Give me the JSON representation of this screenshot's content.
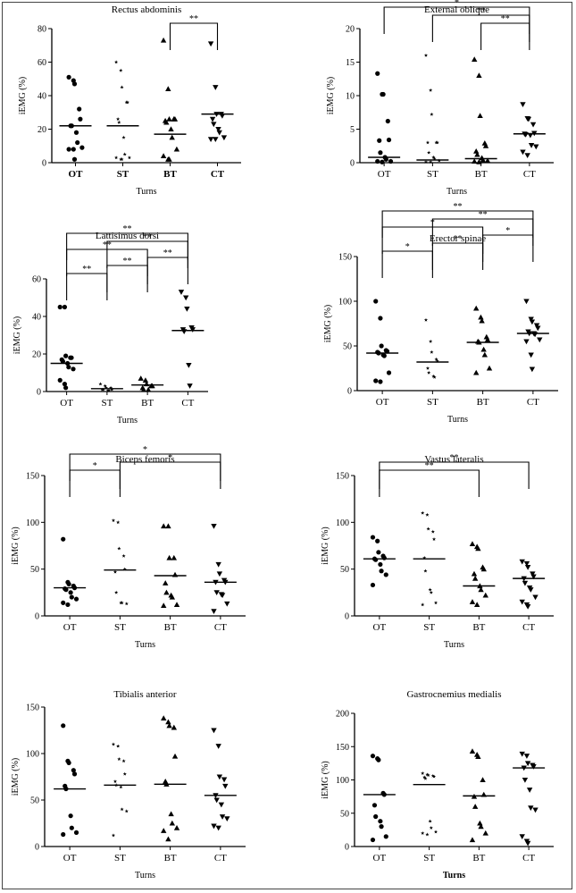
{
  "chart_data": [
    {
      "type": "scatter",
      "title": "Rectus abdominis",
      "xlabel": "Turns",
      "ylabel": "iEMG (%)",
      "categories": [
        "OT",
        "ST",
        "BT",
        "CT"
      ],
      "ylim": [
        0,
        80
      ],
      "yticks": [
        0,
        20,
        40,
        60,
        80
      ],
      "bold_category_labels": true,
      "markers": [
        "circle",
        "star",
        "triangle",
        "triangle-down"
      ],
      "points": [
        [
          51,
          49,
          47,
          32,
          26,
          22,
          22,
          18,
          12,
          9,
          8,
          8,
          2
        ],
        [
          60,
          55,
          45,
          36,
          36,
          26,
          24,
          15,
          5,
          3,
          3,
          2,
          2
        ],
        [
          73,
          44,
          26,
          26,
          26,
          25,
          24,
          20,
          15,
          8,
          4,
          2,
          2
        ],
        [
          71,
          45,
          29,
          29,
          28,
          26,
          23,
          20,
          18,
          15,
          14,
          14
        ]
      ],
      "medians": [
        22,
        22,
        17,
        29
      ],
      "comparisons": [
        {
          "from": "BT",
          "to": "CT",
          "label": "**"
        }
      ]
    },
    {
      "type": "scatter",
      "title": "External oblique",
      "xlabel": "Turns",
      "ylabel": "iEMG (%)",
      "categories": [
        "OT",
        "ST",
        "BT",
        "CT"
      ],
      "ylim": [
        0,
        20
      ],
      "yticks": [
        0,
        5,
        10,
        15,
        20
      ],
      "bold_category_labels": false,
      "markers": [
        "circle",
        "star",
        "triangle",
        "triangle-down"
      ],
      "points": [
        [
          13.3,
          10.2,
          10.2,
          6.2,
          3.4,
          3.3,
          1.5,
          0.8,
          0.5,
          0.2,
          0.2,
          0.1
        ],
        [
          16,
          10.8,
          7.2,
          3,
          3,
          3,
          1.5,
          0.8,
          0.6,
          0.3,
          0.1,
          0.1
        ],
        [
          15.4,
          13,
          7,
          2.9,
          2.5,
          1.7,
          1.2,
          0.7,
          0.4,
          0.3,
          0.2,
          0.1
        ],
        [
          8.7,
          6.6,
          6.5,
          5.7,
          4.4,
          4.3,
          4.2,
          4.1,
          2.6,
          2.4,
          1.6,
          1.1
        ]
      ],
      "medians": [
        0.8,
        0.4,
        0.6,
        4.3
      ],
      "comparisons": [
        {
          "from": "OT",
          "to": "CT",
          "label": "*"
        },
        {
          "from": "ST",
          "to": "CT",
          "label": "**"
        },
        {
          "from": "BT",
          "to": "CT",
          "label": "**"
        }
      ]
    },
    {
      "type": "scatter",
      "title": "Lattisimus dorsi",
      "xlabel": "Turns",
      "ylabel": "iEMG (%)",
      "categories": [
        "OT",
        "ST",
        "BT",
        "CT"
      ],
      "ylim": [
        0,
        60
      ],
      "yticks": [
        0,
        20,
        40,
        60
      ],
      "bold_category_labels": false,
      "markers": [
        "circle",
        "star",
        "triangle",
        "triangle-down"
      ],
      "points": [
        [
          45,
          45,
          19,
          18,
          18,
          17,
          16,
          15,
          13,
          12,
          6,
          4,
          2
        ],
        [
          4,
          3,
          2,
          2,
          1,
          1,
          1,
          0.5,
          0.5
        ],
        [
          7,
          6,
          4,
          3,
          3,
          2,
          1,
          1
        ],
        [
          53,
          50,
          44,
          34,
          33,
          33,
          32,
          14,
          3
        ]
      ],
      "medians": [
        15,
        1.5,
        3.5,
        32.5
      ],
      "comparisons": [
        {
          "from": "OT",
          "to": "ST",
          "label": "**"
        },
        {
          "from": "OT",
          "to": "BT",
          "label": "**"
        },
        {
          "from": "OT",
          "to": "CT",
          "label": "**"
        },
        {
          "from": "ST",
          "to": "BT",
          "label": "**"
        },
        {
          "from": "ST",
          "to": "CT",
          "label": "**"
        },
        {
          "from": "BT",
          "to": "CT",
          "label": "**"
        }
      ]
    },
    {
      "type": "scatter",
      "title": "Erector spinae",
      "xlabel": "Turns",
      "ylabel": "iEMG (%)",
      "categories": [
        "OT",
        "ST",
        "BT",
        "CT"
      ],
      "ylim": [
        0,
        150
      ],
      "yticks": [
        0,
        50,
        100,
        150
      ],
      "bold_category_labels": false,
      "markers": [
        "circle",
        "star",
        "triangle",
        "triangle-down"
      ],
      "points": [
        [
          100,
          81,
          50,
          45,
          44,
          43,
          42,
          40,
          39,
          20,
          11,
          10
        ],
        [
          79,
          55,
          43,
          35,
          33,
          25,
          20,
          16,
          15
        ],
        [
          92,
          82,
          78,
          60,
          57,
          55,
          54,
          46,
          40,
          25,
          20
        ],
        [
          100,
          80,
          77,
          73,
          70,
          66,
          64,
          64,
          63,
          57,
          55,
          40,
          24
        ]
      ],
      "medians": [
        42,
        32,
        54,
        64
      ],
      "comparisons": [
        {
          "from": "OT",
          "to": "ST",
          "label": "*"
        },
        {
          "from": "OT",
          "to": "BT",
          "label": "*"
        },
        {
          "from": "OT",
          "to": "CT",
          "label": "**"
        },
        {
          "from": "ST",
          "to": "BT",
          "label": "**"
        },
        {
          "from": "ST",
          "to": "CT",
          "label": "**"
        },
        {
          "from": "BT",
          "to": "CT",
          "label": "*"
        }
      ]
    },
    {
      "type": "scatter",
      "title": "Biceps femoris",
      "xlabel": "Turns",
      "ylabel": "iEMG (%)",
      "categories": [
        "OT",
        "ST",
        "BT",
        "CT"
      ],
      "ylim": [
        0,
        150
      ],
      "yticks": [
        0,
        50,
        100,
        150
      ],
      "bold_category_labels": false,
      "markers": [
        "circle",
        "star",
        "triangle",
        "triangle-down"
      ],
      "points": [
        [
          82,
          36,
          34,
          32,
          30,
          29,
          28,
          25,
          20,
          18,
          14,
          12
        ],
        [
          102,
          100,
          72,
          64,
          50,
          47,
          25,
          14,
          14,
          13
        ],
        [
          96,
          96,
          62,
          62,
          44,
          35,
          25,
          22,
          20,
          12,
          11
        ],
        [
          96,
          55,
          45,
          38,
          36,
          36,
          25,
          23,
          22,
          13,
          5
        ]
      ],
      "medians": [
        30,
        49,
        43,
        36
      ],
      "comparisons": [
        {
          "from": "OT",
          "to": "ST",
          "label": "*"
        },
        {
          "from": "OT",
          "to": "CT",
          "label": "*"
        },
        {
          "from": "ST",
          "to": "CT",
          "label": "*"
        }
      ]
    },
    {
      "type": "scatter",
      "title": "Vastus lateralis",
      "xlabel": "Turns",
      "ylabel": "iEMG (%)",
      "categories": [
        "OT",
        "ST",
        "BT",
        "CT"
      ],
      "ylim": [
        0,
        150
      ],
      "yticks": [
        0,
        50,
        100,
        150
      ],
      "bold_category_labels": false,
      "markers": [
        "circle",
        "star",
        "triangle",
        "triangle-down"
      ],
      "points": [
        [
          84,
          80,
          68,
          64,
          62,
          61,
          60,
          55,
          48,
          44,
          33
        ],
        [
          110,
          108,
          93,
          90,
          82,
          62,
          48,
          28,
          25,
          14,
          12
        ],
        [
          77,
          74,
          72,
          52,
          50,
          45,
          40,
          32,
          28,
          22,
          15,
          12
        ],
        [
          58,
          56,
          52,
          45,
          42,
          40,
          35,
          30,
          28,
          20,
          15,
          12,
          10
        ]
      ],
      "medians": [
        61,
        61,
        32,
        40
      ],
      "comparisons": [
        {
          "from": "OT",
          "to": "BT",
          "label": "**"
        },
        {
          "from": "OT",
          "to": "CT",
          "label": "**"
        }
      ]
    },
    {
      "type": "scatter",
      "title": "Tibialis anterior",
      "xlabel": "Turns",
      "ylabel": "iEMG (%)",
      "categories": [
        "OT",
        "ST",
        "BT",
        "CT"
      ],
      "ylim": [
        0,
        150
      ],
      "yticks": [
        0,
        50,
        100,
        150
      ],
      "bold_category_labels": false,
      "markers": [
        "circle",
        "star",
        "triangle",
        "triangle-down"
      ],
      "points": [
        [
          130,
          92,
          90,
          82,
          78,
          65,
          62,
          33,
          20,
          15,
          13
        ],
        [
          110,
          108,
          94,
          92,
          78,
          70,
          66,
          64,
          40,
          38,
          12
        ],
        [
          138,
          134,
          130,
          128,
          97,
          70,
          67,
          35,
          25,
          20,
          17,
          8
        ],
        [
          125,
          108,
          75,
          72,
          65,
          55,
          50,
          45,
          32,
          30,
          22,
          20
        ]
      ],
      "medians": [
        62,
        66,
        67,
        55
      ],
      "comparisons": []
    },
    {
      "type": "scatter",
      "title": "Gastrocnemius medialis",
      "xlabel": "Turns",
      "ylabel": "iEMG (%)",
      "categories": [
        "OT",
        "ST",
        "BT",
        "CT"
      ],
      "ylim": [
        0,
        200
      ],
      "yticks": [
        0,
        50,
        100,
        150,
        200
      ],
      "bold_category_labels": false,
      "bold_xlabel": true,
      "markers": [
        "circle",
        "star",
        "triangle",
        "triangle-down"
      ],
      "points": [
        [
          136,
          132,
          130,
          80,
          78,
          62,
          45,
          38,
          30,
          15,
          10
        ],
        [
          110,
          108,
          107,
          106,
          105,
          104,
          102,
          38,
          28,
          22,
          20,
          18
        ],
        [
          143,
          138,
          135,
          100,
          78,
          75,
          60,
          35,
          30,
          20,
          10
        ],
        [
          139,
          136,
          125,
          122,
          120,
          118,
          100,
          85,
          58,
          55,
          15,
          8,
          5
        ]
      ],
      "medians": [
        78,
        93,
        76,
        118
      ],
      "comparisons": []
    }
  ]
}
